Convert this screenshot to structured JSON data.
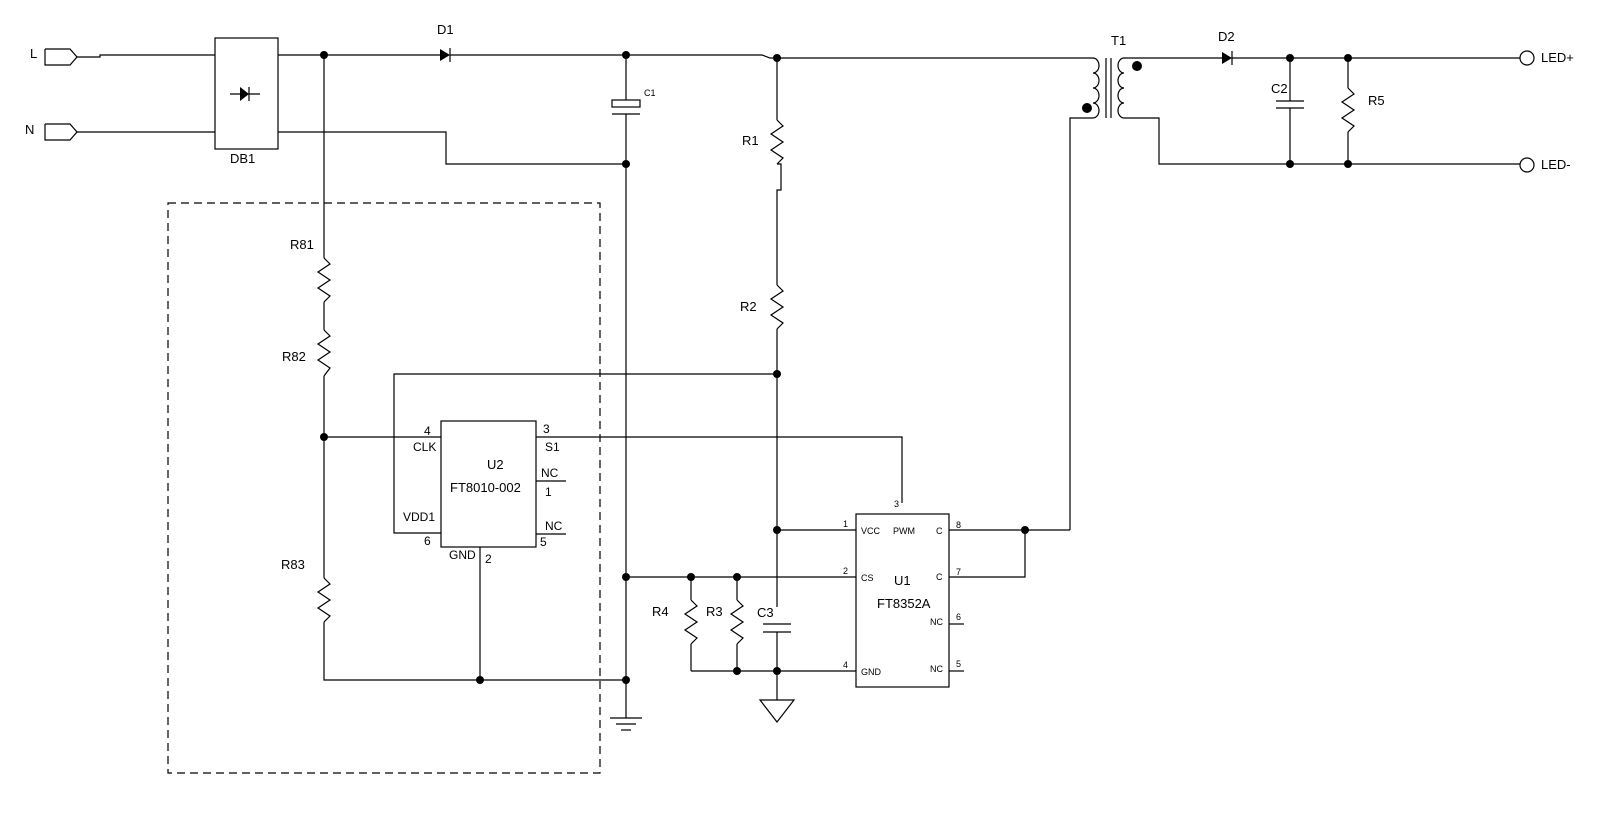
{
  "ports": {
    "L": "L",
    "N": "N",
    "led_plus": "LED+",
    "led_minus": "LED-"
  },
  "refs": {
    "D1": "D1",
    "D2": "D2",
    "DB1": "DB1",
    "C1": "C1",
    "C2": "C2",
    "C3": "C3",
    "T1": "T1",
    "R1": "R1",
    "R2": "R2",
    "R3": "R3",
    "R4": "R4",
    "R5": "R5",
    "R81": "R81",
    "R82": "R82",
    "R83": "R83",
    "U1": "U1",
    "U2": "U2"
  },
  "u2": {
    "part": "FT8010-002",
    "pins": {
      "p4_num": "4",
      "p4_name": "CLK",
      "p3_num": "3",
      "p3_name": "S1",
      "p1_name": "NC",
      "p1_num": "1",
      "p5_name": "NC",
      "p5_num": "5",
      "p6_name": "VDD1",
      "p6_num": "6",
      "p2_name": "GND",
      "p2_num": "2"
    }
  },
  "u1": {
    "part": "FT8352A",
    "pins": {
      "p1_num": "1",
      "p1_name": "VCC",
      "p2_num": "2",
      "p2_name": "CS",
      "p3_num": "3",
      "p3_name": "PWM",
      "p4_num": "4",
      "p4_name": "GND",
      "p8_num": "8",
      "p8_name": "C",
      "p7_num": "7",
      "p7_name": "C",
      "p6_num": "6",
      "p6_name": "NC",
      "p5_num": "5",
      "p5_name": "NC"
    }
  }
}
